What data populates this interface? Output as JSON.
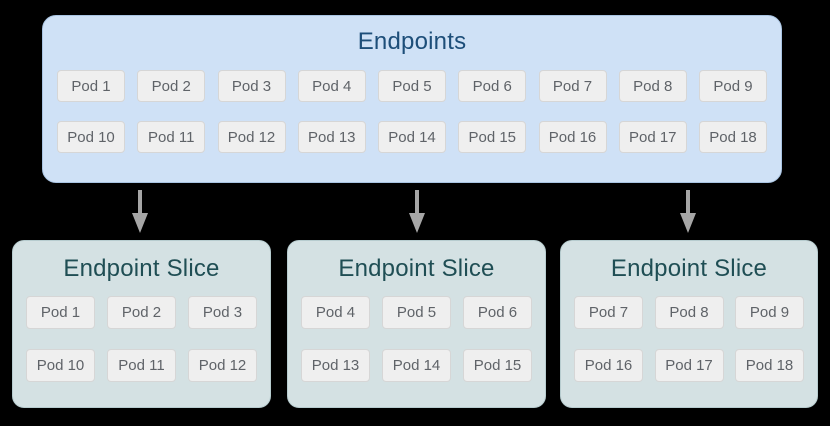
{
  "endpoints": {
    "title": "Endpoints",
    "row1": [
      "Pod 1",
      "Pod 2",
      "Pod 3",
      "Pod 4",
      "Pod 5",
      "Pod 6",
      "Pod 7",
      "Pod 8",
      "Pod 9"
    ],
    "row2": [
      "Pod 10",
      "Pod 11",
      "Pod 12",
      "Pod 13",
      "Pod 14",
      "Pod 15",
      "Pod 16",
      "Pod 17",
      "Pod 18"
    ]
  },
  "slices": [
    {
      "title": "Endpoint Slice",
      "row1": [
        "Pod 1",
        "Pod 2",
        "Pod 3"
      ],
      "row2": [
        "Pod 10",
        "Pod 11",
        "Pod 12"
      ]
    },
    {
      "title": "Endpoint Slice",
      "row1": [
        "Pod 4",
        "Pod 5",
        "Pod 6"
      ],
      "row2": [
        "Pod 13",
        "Pod 14",
        "Pod 15"
      ]
    },
    {
      "title": "Endpoint Slice",
      "row1": [
        "Pod 7",
        "Pod 8",
        "Pod 9"
      ],
      "row2": [
        "Pod 16",
        "Pod 17",
        "Pod 18"
      ]
    }
  ],
  "colors": {
    "page_background": "#000000",
    "endpoints_box_bg": "#cfe1f6",
    "endpoints_box_border": "#a9c4e2",
    "endpoints_title_text": "#1d4e79",
    "slice_box_bg": "#d4e1e3",
    "slice_box_border": "#b7cccf",
    "slice_title_text": "#1f4e54",
    "pod_bg": "#efefef",
    "pod_border": "#d6d6d6",
    "pod_text": "#5f6368",
    "arrow": "#a6a6a6"
  },
  "icons": {
    "arrow": "down-arrow-icon"
  }
}
